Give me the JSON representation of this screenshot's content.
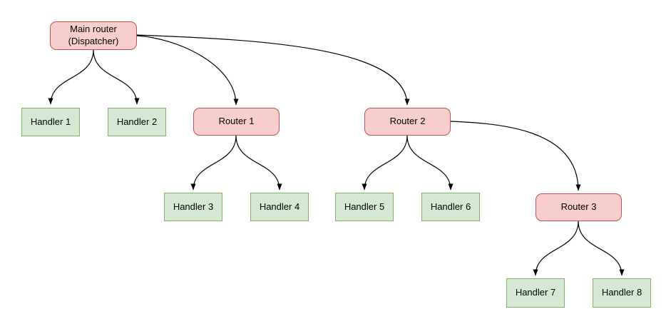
{
  "diagram": {
    "type": "flowchart",
    "nodes": [
      {
        "id": "main-router",
        "label": "Main router\n(Dispatcher)",
        "kind": "router"
      },
      {
        "id": "handler-1",
        "label": "Handler 1",
        "kind": "handler"
      },
      {
        "id": "handler-2",
        "label": "Handler 2",
        "kind": "handler"
      },
      {
        "id": "router-1",
        "label": "Router 1",
        "kind": "router"
      },
      {
        "id": "router-2",
        "label": "Router 2",
        "kind": "router"
      },
      {
        "id": "handler-3",
        "label": "Handler 3",
        "kind": "handler"
      },
      {
        "id": "handler-4",
        "label": "Handler 4",
        "kind": "handler"
      },
      {
        "id": "handler-5",
        "label": "Handler 5",
        "kind": "handler"
      },
      {
        "id": "handler-6",
        "label": "Handler 6",
        "kind": "handler"
      },
      {
        "id": "router-3",
        "label": "Router 3",
        "kind": "router"
      },
      {
        "id": "handler-7",
        "label": "Handler 7",
        "kind": "handler"
      },
      {
        "id": "handler-8",
        "label": "Handler 8",
        "kind": "handler"
      }
    ],
    "edges": [
      {
        "from": "main-router",
        "to": "handler-1"
      },
      {
        "from": "main-router",
        "to": "handler-2"
      },
      {
        "from": "main-router",
        "to": "router-1"
      },
      {
        "from": "main-router",
        "to": "router-2"
      },
      {
        "from": "router-1",
        "to": "handler-3"
      },
      {
        "from": "router-1",
        "to": "handler-4"
      },
      {
        "from": "router-2",
        "to": "handler-5"
      },
      {
        "from": "router-2",
        "to": "handler-6"
      },
      {
        "from": "router-2",
        "to": "router-3"
      },
      {
        "from": "router-3",
        "to": "handler-7"
      },
      {
        "from": "router-3",
        "to": "handler-8"
      }
    ],
    "colors": {
      "router_fill": "#f8cecc",
      "router_border": "#b85450",
      "handler_fill": "#d5e8d4",
      "handler_border": "#82b366",
      "edge": "#000000",
      "background": "#ffffff",
      "text": "#000000"
    }
  }
}
